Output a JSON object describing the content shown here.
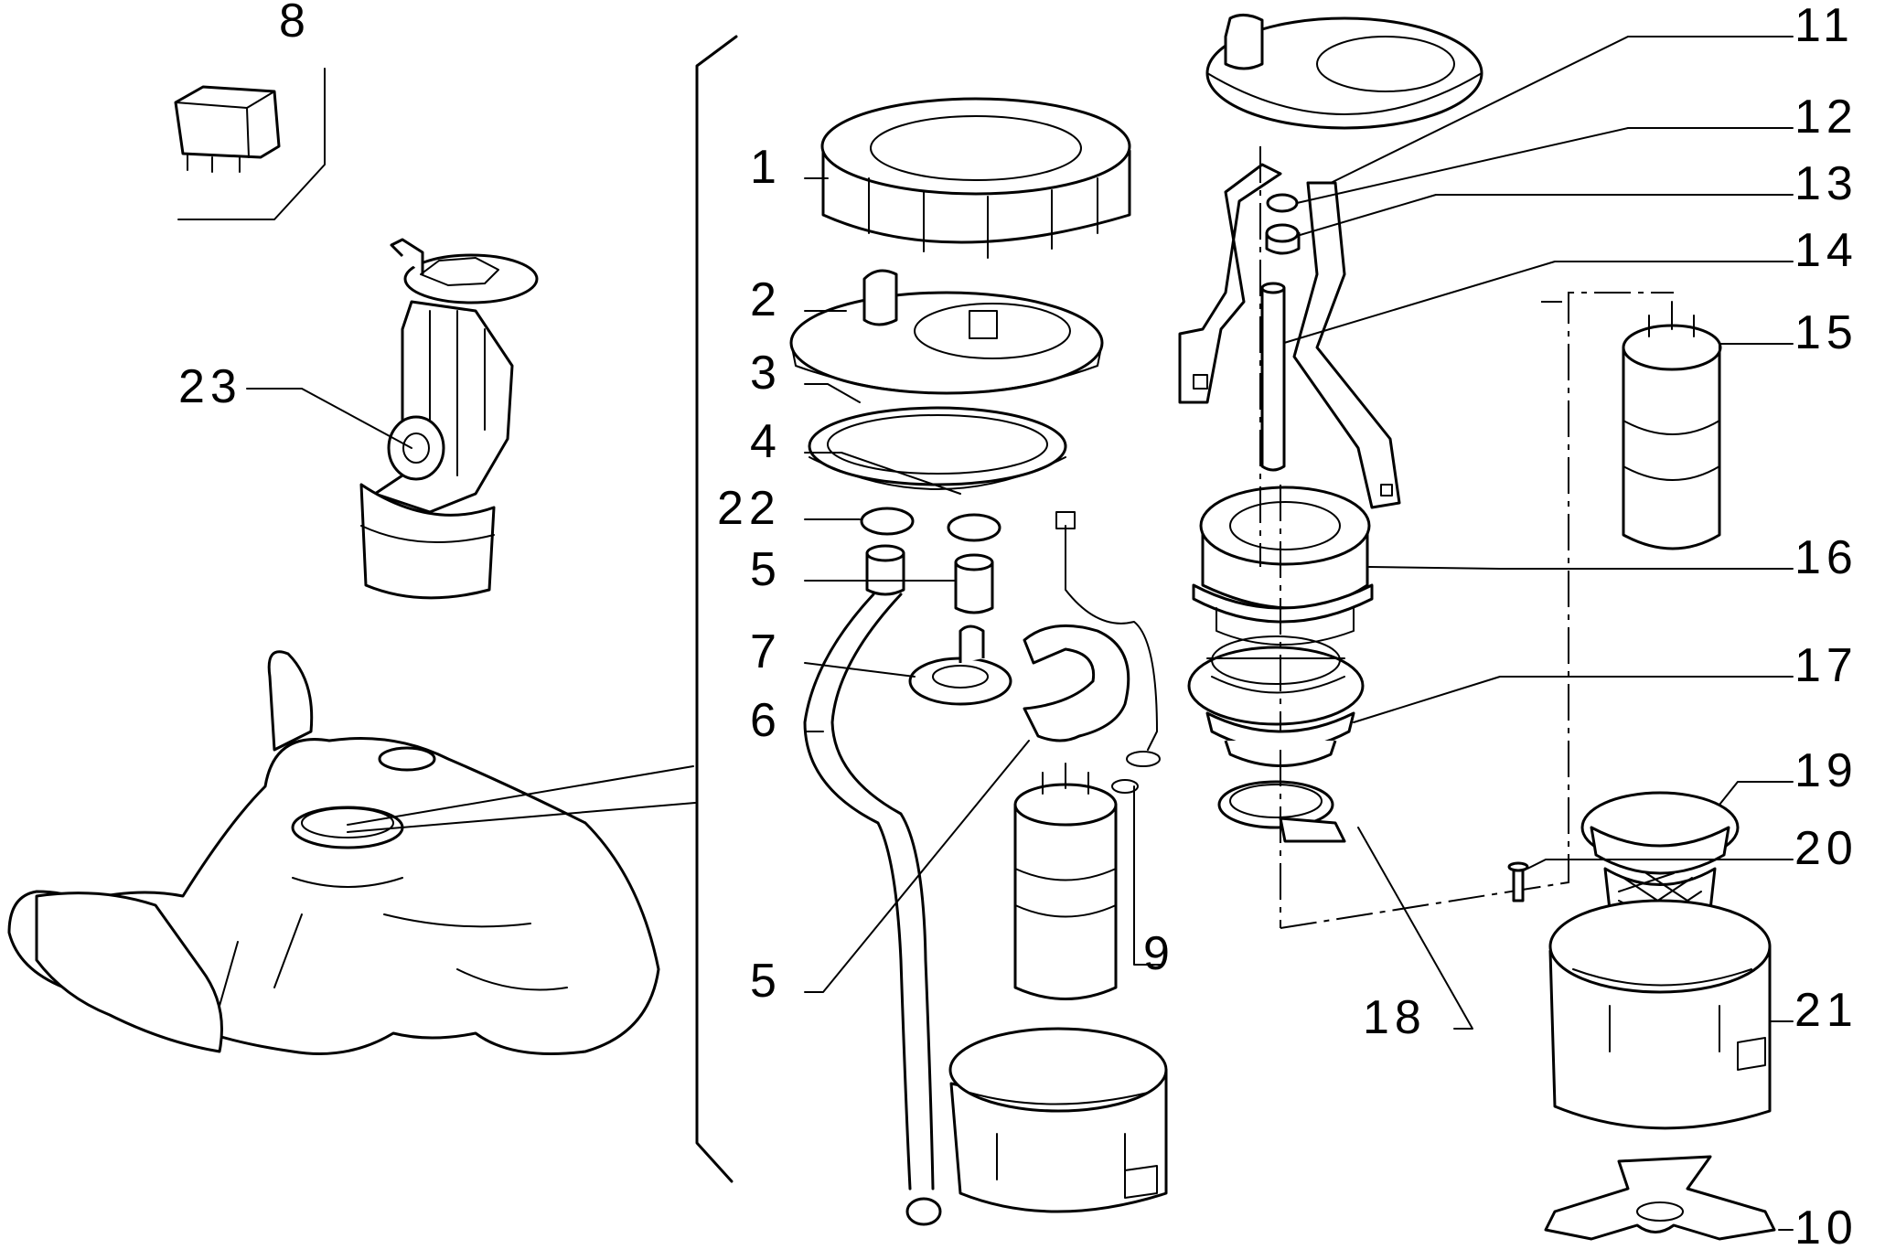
{
  "diagram": {
    "type": "exploded-parts-diagram",
    "callouts": [
      {
        "id": "c1",
        "label": "1"
      },
      {
        "id": "c2",
        "label": "2"
      },
      {
        "id": "c3",
        "label": "3"
      },
      {
        "id": "c4",
        "label": "4"
      },
      {
        "id": "c22",
        "label": "22"
      },
      {
        "id": "c5a",
        "label": "5"
      },
      {
        "id": "c7",
        "label": "7"
      },
      {
        "id": "c6",
        "label": "6"
      },
      {
        "id": "c5b",
        "label": "5"
      },
      {
        "id": "c8",
        "label": "8"
      },
      {
        "id": "c23",
        "label": "23"
      },
      {
        "id": "c9",
        "label": "9"
      },
      {
        "id": "c11",
        "label": "11"
      },
      {
        "id": "c12",
        "label": "12"
      },
      {
        "id": "c13",
        "label": "13"
      },
      {
        "id": "c14",
        "label": "14"
      },
      {
        "id": "c15",
        "label": "15"
      },
      {
        "id": "c16",
        "label": "16"
      },
      {
        "id": "c17",
        "label": "17"
      },
      {
        "id": "c18",
        "label": "18"
      },
      {
        "id": "c19",
        "label": "19"
      },
      {
        "id": "c20",
        "label": "20"
      },
      {
        "id": "c21",
        "label": "21"
      },
      {
        "id": "c10",
        "label": "10"
      }
    ]
  }
}
